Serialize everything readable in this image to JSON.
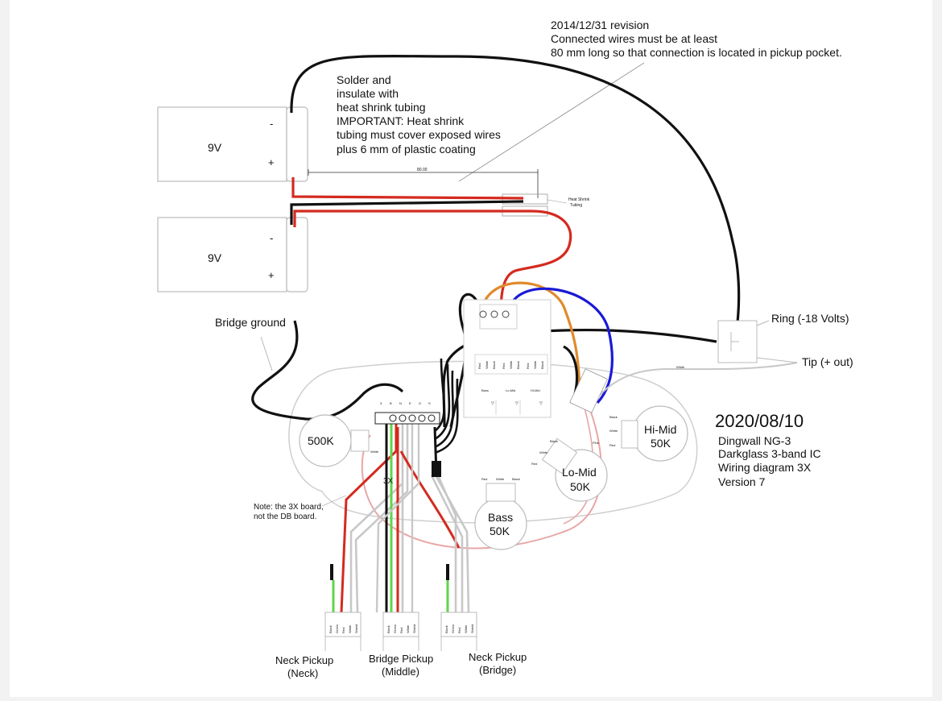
{
  "revision": {
    "line1": "2014/12/31 revision",
    "line2": "Connected wires must be at least",
    "line3": "80 mm long so that connection is located in pickup pocket."
  },
  "solder_note": {
    "line1": "Solder and",
    "line2": "insulate with",
    "line3": "heat shrink tubing",
    "line4": "IMPORTANT: Heat shrink",
    "line5": "tubing must cover exposed wires",
    "line6": "plus 6 mm of plastic coating"
  },
  "batteries": [
    {
      "label": "9V",
      "minus": "-",
      "plus": "+"
    },
    {
      "label": "9V",
      "minus": "-",
      "plus": "+"
    }
  ],
  "dimension_label": "80.00",
  "heat_shrink_label": {
    "line1": "Heat Shrink",
    "line2": "Tubing"
  },
  "jack": {
    "ring": "Ring (-18 Volts)",
    "tip": "Tip (+ out)",
    "white_wire": "White"
  },
  "bridge_ground": "Bridge ground",
  "pots": [
    {
      "label1": "500K",
      "label2": ""
    },
    {
      "label1": "Hi-Mid",
      "label2": "50K"
    },
    {
      "label1": "Lo-Mid",
      "label2": "50K"
    },
    {
      "label1": "Bass",
      "label2": "50K"
    }
  ],
  "pot_wire_labels": {
    "white_500k": "White",
    "hi_mid": [
      "Black",
      "White",
      "Red"
    ],
    "lo_mid": [
      "Black",
      "White",
      "Red"
    ],
    "pink": "Pink",
    "bass": [
      "Red",
      "White",
      "Black"
    ]
  },
  "board": {
    "mark": "3X",
    "wire_labels": [
      "Red",
      "White",
      "Black",
      "Red",
      "White",
      "Black",
      "Red",
      "White",
      "Black"
    ],
    "section_labels": [
      "Bass",
      "Lo-Mid",
      "Hi-Mid"
    ],
    "terminal_marks": [
      "3",
      "B",
      "N",
      "E",
      "G",
      "S"
    ]
  },
  "note": {
    "line1": "Note: the 3X board,",
    "line2": "not the DB board."
  },
  "info": {
    "date": "2020/08/10",
    "line1": "Dingwall NG-3",
    "line2": "Darkglass 3-band IC",
    "line3": "Wiring diagram 3X",
    "line4": "Version 7"
  },
  "pickups": [
    {
      "name": "Neck Pickup",
      "position": "(Neck)"
    },
    {
      "name": "Bridge Pickup",
      "position": "(Middle)"
    },
    {
      "name": "Neck Pickup",
      "position": "(Bridge)"
    }
  ],
  "pickup_wire_labels": [
    "Black",
    "Green",
    "Red",
    "White",
    "Shield"
  ],
  "colors": {
    "black_wire": "#111111",
    "red_wire": "#d42a1f",
    "orange_wire": "#e08a2c",
    "blue_wire": "#1a1ad6",
    "green_wire": "#5ed64a",
    "white_wire": "#c8c8c8",
    "pink_wire": "#e9a6a6",
    "cavity_outline": "#cfcfcf"
  }
}
